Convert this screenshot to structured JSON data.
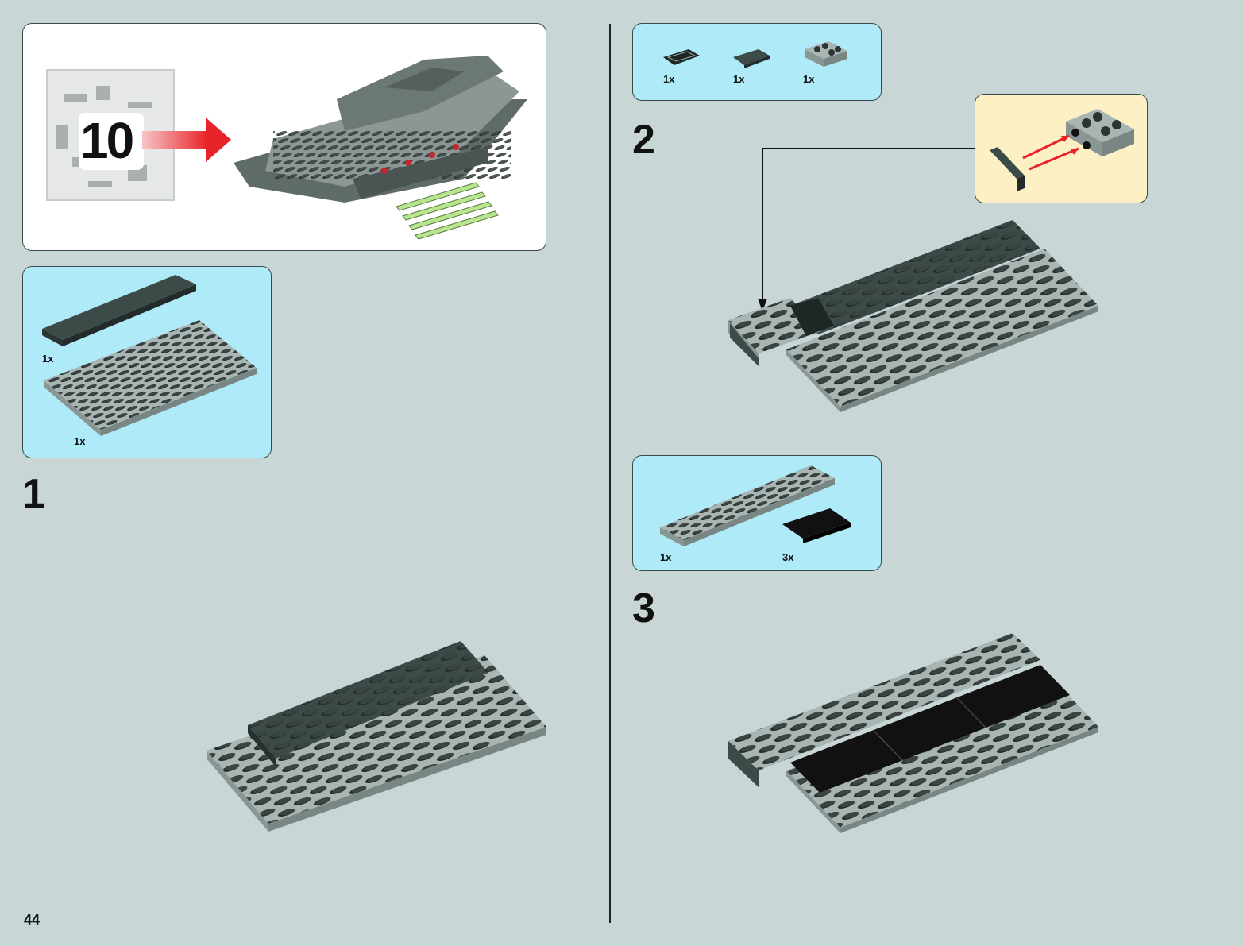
{
  "page_number": "44",
  "subassembly": {
    "bag_number": "10"
  },
  "steps": [
    {
      "number": "1",
      "parts": [
        {
          "qty": "1x",
          "piece": "dark-grey-plate-2x10"
        },
        {
          "qty": "1x",
          "piece": "light-grey-plate-6x10"
        }
      ]
    },
    {
      "number": "2",
      "parts": [
        {
          "qty": "1x",
          "piece": "black-grille-tile-1x2"
        },
        {
          "qty": "1x",
          "piece": "dark-grey-grille-plate"
        },
        {
          "qty": "1x",
          "piece": "bracket-brick-2x2"
        }
      ]
    },
    {
      "number": "3",
      "parts": [
        {
          "qty": "1x",
          "piece": "light-grey-plate-2x10"
        },
        {
          "qty": "3x",
          "piece": "black-tile-2x4"
        }
      ]
    }
  ],
  "colors": {
    "background": "#c9d6d6",
    "parts_box": "#aeeaf8",
    "detail_box": "#fdf0c4",
    "arrow": "#e8242a",
    "light_grey": "#a9b5b3",
    "dark_grey": "#3c4a48"
  }
}
